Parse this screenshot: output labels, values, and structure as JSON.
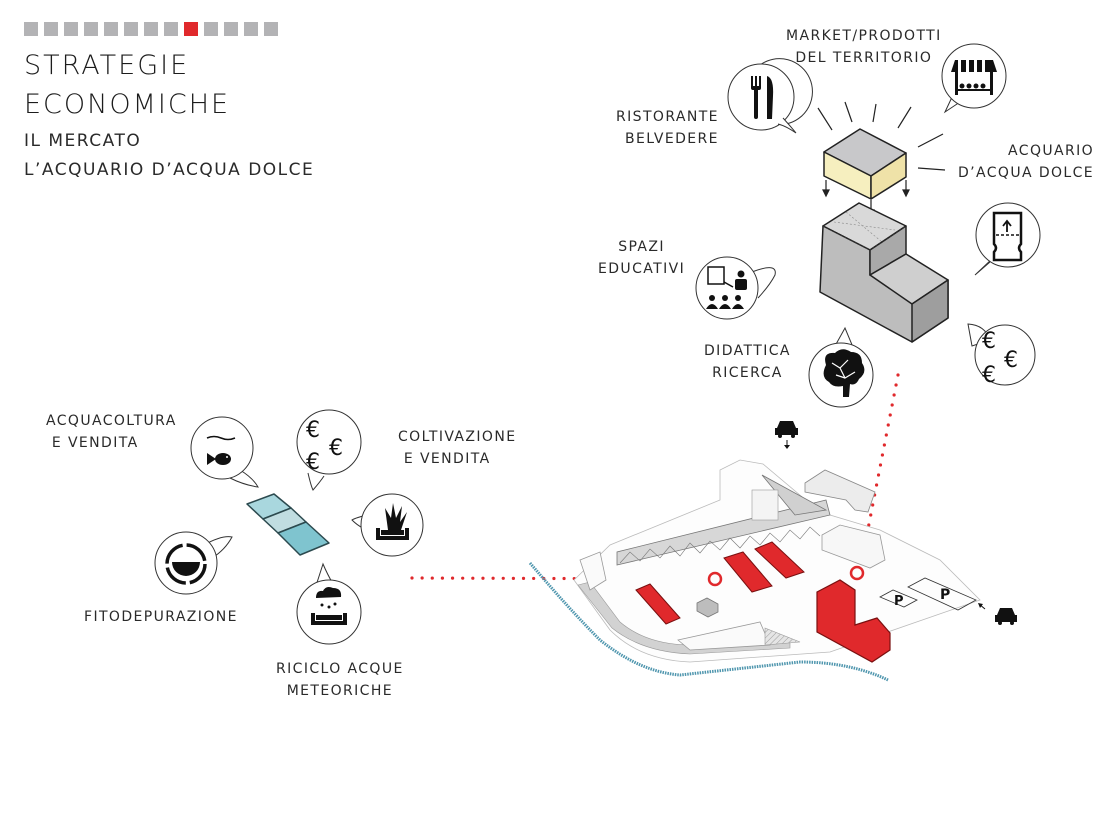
{
  "header": {
    "progress": {
      "total": 13,
      "active_index": 9
    },
    "title_line1": "STRATEGIE",
    "title_line2": "ECONOMICHE",
    "subtitle_line1": "IL MERCATO",
    "subtitle_line2": "L’ACQUARIO D’ACQUA DOLCE"
  },
  "colors": {
    "accent_red": "#e0292c",
    "progress_gray": "#b3b3b5",
    "water_blue": "#7fc4cf",
    "cube_yellow": "#f6efbf",
    "building_gray": "#c9c9c9"
  },
  "aquarium_cluster": {
    "labels": {
      "market": "MARKET/PRODOTTI\nDEL TERRITORIO",
      "restaurant": "RISTORANTE\nBELVEDERE",
      "aquarium": "ACQUARIO\nD’ACQUA DOLCE",
      "education": "SPAZI\nEDUCATIVI",
      "research": "DIDATTICA\nRICERCA"
    },
    "icons": {
      "restaurant": "fork-knife-icon",
      "market": "market-stall-icon",
      "ticket": "ticket-icon",
      "education": "classroom-icon",
      "research": "brain-icon",
      "revenue": "euro-icon"
    },
    "euro_symbol": "€"
  },
  "market_cluster": {
    "labels": {
      "aquaculture": "ACQUACOLTURA\n E VENDITA",
      "cultivation": "COLTIVAZIONE\n E VENDITA",
      "phytodepuration": "FITODEPURAZIONE",
      "rainwater": "RICICLO ACQUE\nMETEORICHE"
    },
    "icons": {
      "aquaculture": "fish-icon",
      "revenue": "euro-icon",
      "cultivation": "plant-basin-icon",
      "phytodepuration": "water-cycle-icon",
      "rainwater": "rain-basin-icon"
    },
    "euro_symbol": "€"
  },
  "site_plan": {
    "parking_label": "P",
    "icons": [
      "car-icon",
      "car-icon"
    ]
  }
}
